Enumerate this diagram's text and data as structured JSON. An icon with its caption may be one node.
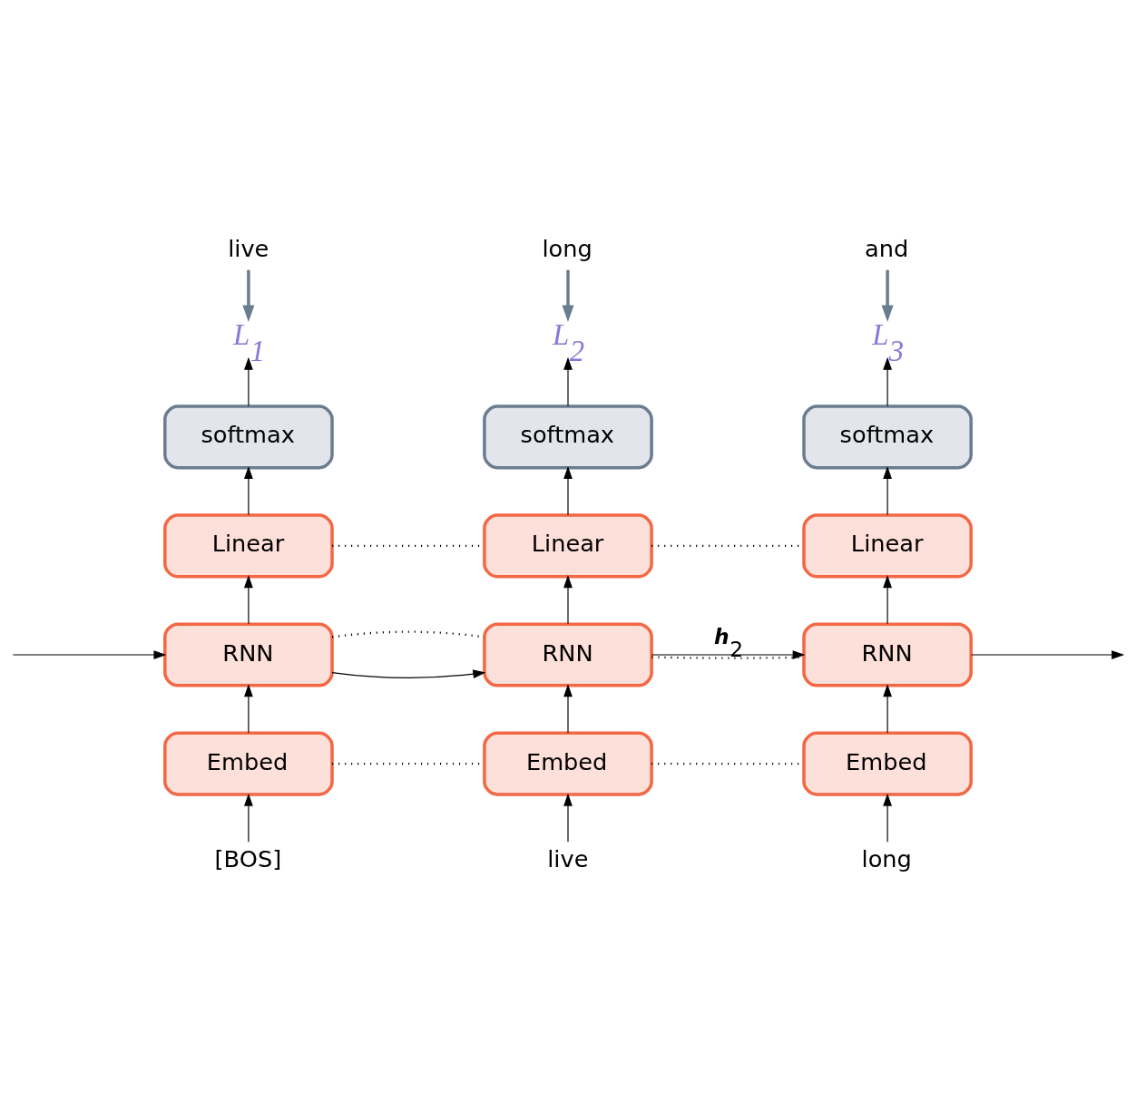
{
  "diagram": {
    "nodes": [
      {
        "text": [
          "live"
        ]
      },
      {
        "text": [
          "long"
        ]
      },
      {
        "text": [
          "and"
        ]
      },
      {
        "text": [
          "L$_{1}$"
        ]
      },
      {
        "text": [
          "L$_{2}$"
        ]
      },
      {
        "text": [
          "L$_{3}$"
        ]
      },
      {
        "text": [
          "softmax"
        ]
      },
      {
        "text": [
          "softmax"
        ]
      },
      {
        "text": [
          "softmax"
        ]
      },
      {
        "text": [
          "Linear"
        ]
      },
      {
        "text": [
          "Linear"
        ]
      },
      {
        "text": [
          "Linear"
        ]
      },
      {
        "text": [
          "RNN"
        ]
      },
      {
        "text": [
          "RNN"
        ]
      },
      {
        "text": [
          "RNN"
        ]
      },
      {
        "text": [
          "Embed"
        ]
      },
      {
        "text": [
          "Embed"
        ]
      },
      {
        "text": [
          "Embed"
        ]
      },
      {
        "text": [
          "[BOS]"
        ]
      },
      {
        "text": [
          "live"
        ]
      },
      {
        "text": [
          "long"
        ]
      }
    ],
    "edges": [
      {
        "from": 0,
        "to": 3,
        "arrow": "to",
        "color": "#6a7d90",
        "style": "thick"
      },
      {
        "from": 1,
        "to": 4,
        "arrow": "to",
        "color": "#6a7d90",
        "style": "thick"
      },
      {
        "from": 2,
        "to": 5,
        "arrow": "to",
        "color": "#6a7d90",
        "style": "thick"
      },
      {
        "from": 6,
        "to": 3,
        "arrow": "to"
      },
      {
        "from": 7,
        "to": 4,
        "arrow": "to"
      },
      {
        "from": 8,
        "to": 5,
        "arrow": "to"
      },
      {
        "from": 9,
        "to": 6,
        "arrow": "to"
      },
      {
        "from": 10,
        "to": 7,
        "arrow": "to"
      },
      {
        "from": 11,
        "to": 8,
        "arrow": "to"
      },
      {
        "from": 9,
        "to": 10,
        "arrow": "none",
        "style": "dashed"
      },
      {
        "from": 10,
        "to": 11,
        "arrow": "none",
        "style": "dashed"
      },
      {
        "from": 12,
        "to": 9,
        "arrow": "to"
      },
      {
        "from": 13,
        "to": 10,
        "arrow": "to"
      },
      {
        "from": 14,
        "to": 11,
        "arrow": "to"
      },
      {
        "from": null,
        "to": 12,
        "arrow": "to"
      },
      {
        "from": 12,
        "to": 13,
        "arrow": "to"
      },
      {
        "from": 13,
        "to": 14,
        "arrow": "to",
        "label": "h$_{2}$"
      },
      {
        "from": 14,
        "to": null,
        "arrow": "to"
      },
      {
        "from": 12,
        "to": 13,
        "arrow": "none",
        "style": "dashed"
      },
      {
        "from": 13,
        "to": 14,
        "arrow": "none",
        "style": "dashed"
      },
      {
        "from": 15,
        "to": 12,
        "arrow": "to"
      },
      {
        "from": 16,
        "to": 13,
        "arrow": "to"
      },
      {
        "from": 17,
        "to": 14,
        "arrow": "to"
      },
      {
        "from": 15,
        "to": 16,
        "arrow": "none",
        "style": "dashed"
      },
      {
        "from": 16,
        "to": 17,
        "arrow": "none",
        "style": "dashed"
      },
      {
        "from": 18,
        "to": 15,
        "arrow": "to"
      },
      {
        "from": 19,
        "to": 16,
        "arrow": "to"
      },
      {
        "from": 20,
        "to": 17,
        "arrow": "to"
      }
    ]
  }
}
